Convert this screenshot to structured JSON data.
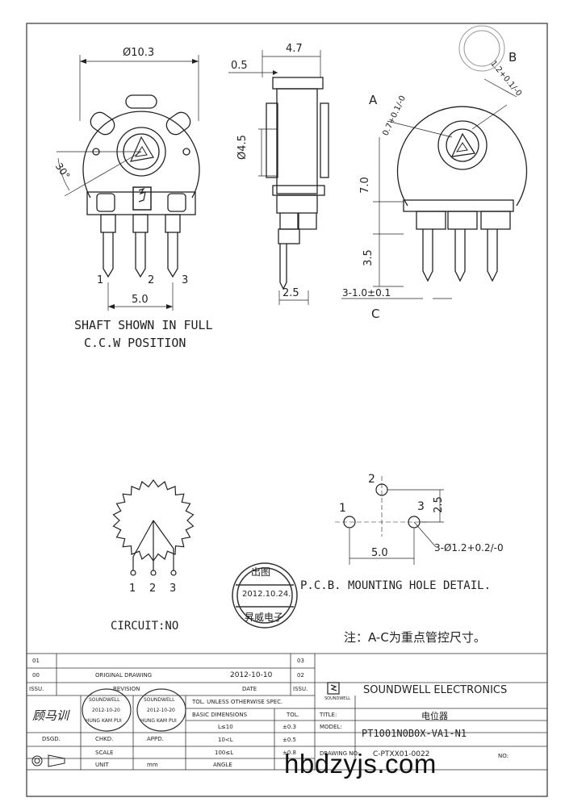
{
  "drawing": {
    "front_view": {
      "diameter": "Ø10.3",
      "angle": "30°",
      "pins": [
        "1",
        "2",
        "3"
      ],
      "pitch": "5.0",
      "note_line1": "SHAFT SHOWN IN FULL",
      "note_line2": "C.C.W  POSITION"
    },
    "side_view": {
      "width": "4.7",
      "thickness": "0.5",
      "shaft_dia": "Ø4.5",
      "pin_offset": "2.5"
    },
    "right_view": {
      "label_a": "A",
      "label_b": "B",
      "label_c": "C",
      "tol_a": "0.7+0.1/-0",
      "tol_b": "1.2+0.1/-0",
      "height": "7.0",
      "pin_len": "3.5",
      "pin_width": "3-1.0±0.1"
    },
    "circuit": {
      "pins": [
        "1",
        "2",
        "3"
      ],
      "label": "CIRCUIT:NO"
    },
    "pcb": {
      "holes": [
        "1",
        "2",
        "3"
      ],
      "dim_v": "2.5",
      "dim_h": "5.0",
      "hole_dia": "3-Ø1.2+0.2/-0",
      "title": "P.C.B. MOUNTING HOLE DETAIL."
    },
    "stamp": {
      "top": "出图",
      "date": "2012.10.24.",
      "bottom": "昇威电子"
    },
    "note": "注：A-C为重点管控尺寸。"
  },
  "title_block": {
    "rev_rows": [
      {
        "issue": "01",
        "desc": "",
        "date": ""
      },
      {
        "issue": "00",
        "desc": "ORIGINAL  DRAWING",
        "date": "2012-10-10"
      },
      {
        "issue": "ISSU.",
        "desc": "REVISION",
        "date": "DATE"
      }
    ],
    "sheet_nums": [
      "03",
      "02",
      "ISSU."
    ],
    "company": "SOUNDWELL ELECTRONICS",
    "logo_text": "SOUNDWELL",
    "tol_header": "TOL. UNLESS OTHERWISE SPEC.",
    "basic_dim": "BASIC DIMENSIONS",
    "tol_col": "TOL.",
    "tol_rows": [
      {
        "dim": "L≤10",
        "tol": "±0.3"
      },
      {
        "dim": "10<L",
        "tol": "±0.5"
      },
      {
        "dim": "100≤L",
        "tol": "±0.8"
      }
    ],
    "angle": "ANGLE",
    "title_label": "TITLE:",
    "title_value": "电位器",
    "model_label": "MODEL:",
    "model_value": "PT1001N0B0X-VA1-N1",
    "drawing_no_label": "DRAWING NO:",
    "drawing_no_value": "C-PTXX01-0022",
    "no_label": "NO:",
    "dsgd": "DSGD.",
    "chkd": "CHKD.",
    "appd": "APPD.",
    "scale": "SCALE",
    "unit": "UNIT",
    "mm": "mm",
    "stamp_name": "SOUNDWELL",
    "stamp_date": "2012-10-20",
    "stamp_sig": "HUNG KAM PUI",
    "signature": "顾马训"
  },
  "watermark": "hbdzyjs.com"
}
